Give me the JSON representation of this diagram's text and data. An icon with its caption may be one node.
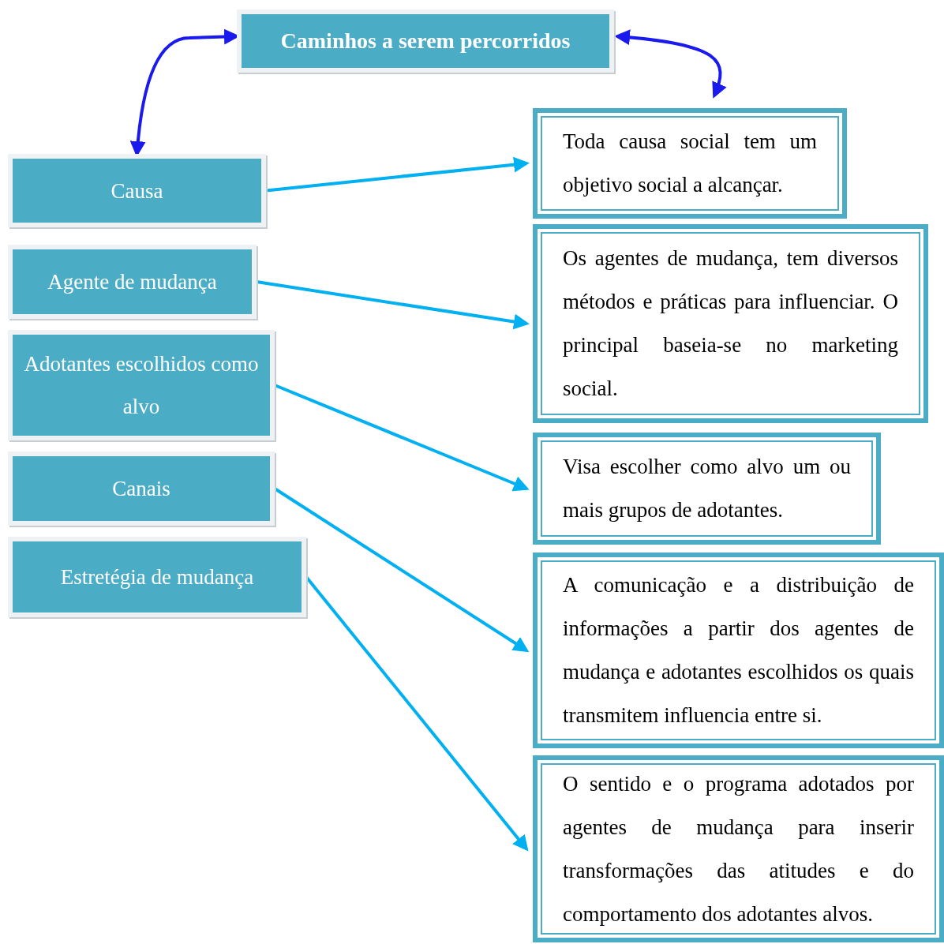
{
  "diagram": {
    "nodes": [
      {
        "text": [
          "Caminhos a serem percorridos"
        ]
      },
      {
        "text": [
          "Causa"
        ]
      },
      {
        "text": [
          "Agente de mudança"
        ]
      },
      {
        "text": [
          "Adotantes escolhidos como alvo"
        ]
      },
      {
        "text": [
          "Canais"
        ]
      },
      {
        "text": [
          "Estretégia de mudança"
        ]
      },
      {
        "text": [
          "Toda causa social tem um objetivo social a alcançar."
        ]
      },
      {
        "text": [
          "Os agentes de mudança, tem diversos métodos e práticas para influenciar. O principal baseia-se no marketing social."
        ]
      },
      {
        "text": [
          "Visa escolher como alvo um ou mais grupos de adotantes."
        ]
      },
      {
        "text": [
          "A comunicação e a distribuição de informações a partir dos agentes de mudança e adotantes escolhidos os quais transmitem influencia entre si."
        ]
      },
      {
        "text": [
          "O sentido e o programa adotados por agentes de mudança para inserir transformações das atitudes e do comportamento dos adotantes alvos."
        ]
      }
    ],
    "edges": [
      {
        "from": 0,
        "to": 1,
        "arrow": "both",
        "color": "#1a1aee"
      },
      {
        "from": 0,
        "to": 6,
        "arrow": "both",
        "color": "#1a1aee"
      },
      {
        "from": 1,
        "to": 6,
        "arrow": "to"
      },
      {
        "from": 2,
        "to": 7,
        "arrow": "to"
      },
      {
        "from": 3,
        "to": 8,
        "arrow": "to"
      },
      {
        "from": 4,
        "to": 9,
        "arrow": "to"
      },
      {
        "from": 5,
        "to": 10,
        "arrow": "to"
      }
    ]
  }
}
